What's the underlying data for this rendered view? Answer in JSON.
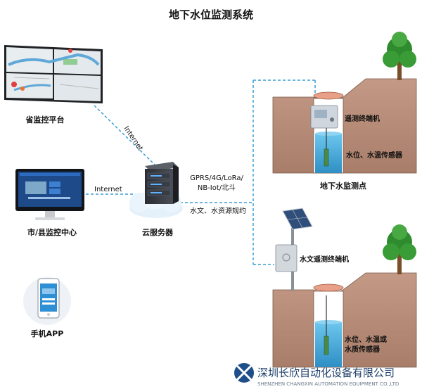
{
  "title": "地下水位监测系统",
  "nodes": {
    "province_platform": "省监控平台",
    "city_center": "市/县监控中心",
    "mobile_app": "手机APP",
    "cloud_server": "云服务器",
    "monitoring_point": "地下水监测点"
  },
  "links": {
    "internet_diagonal": "Internet",
    "internet_horizontal": "Internet",
    "protocols_line1": "GPRS/4G/LoRa/",
    "protocols_line2": "NB-Iot/北斗",
    "protocol_rules": "水文、水资源规约"
  },
  "site_top": {
    "terminal": "遥测终端机",
    "sensor": "水位、水温传感器"
  },
  "site_bottom": {
    "terminal": "水文遥测终端机",
    "sensor_line1": "水位、水温或",
    "sensor_line2": "水质传感器"
  },
  "company": {
    "name_cn": "深圳长欣自动化设备有限公司",
    "name_en": "SHENZHEN CHANGXIN AUTOMATION EQUIPMENT CO.,LTD"
  },
  "colors": {
    "link": "#3a9ed6",
    "soil": "#b58a76",
    "water": "#4fb4e0",
    "tree": "#2e8b2e",
    "logo": "#1f4f8a"
  }
}
